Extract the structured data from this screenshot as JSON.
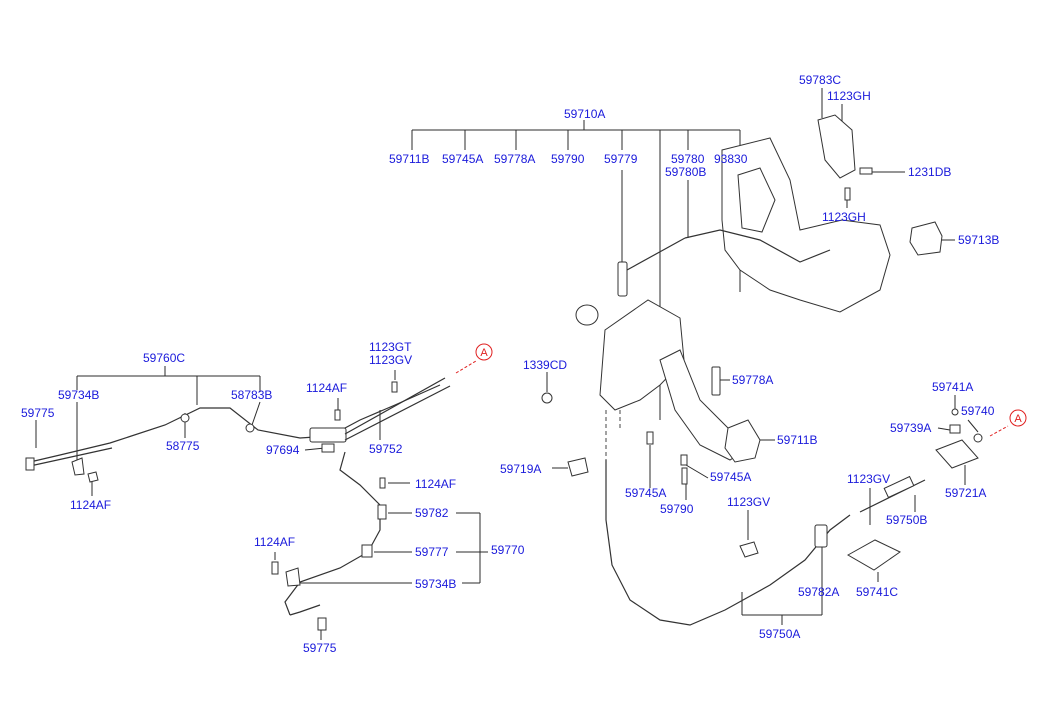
{
  "labels": {
    "59710A": "59710A",
    "59711B_top": "59711B",
    "59745A_top": "59745A",
    "59778A_top": "59778A",
    "59790_top": "59790",
    "59779": "59779",
    "59780": "59780",
    "59780B": "59780B",
    "93830": "93830",
    "59783C": "59783C",
    "1123GH_top": "1123GH",
    "1231DB": "1231DB",
    "1123GH_mid": "1123GH",
    "59713B": "59713B",
    "59760C": "59760C",
    "1123GT": "1123GT",
    "1123GV_left": "1123GV",
    "1124AF_a": "1124AF",
    "59734B_left": "59734B",
    "58783B": "58783B",
    "59775_left": "59775",
    "58775": "58775",
    "97694": "97694",
    "59752": "59752",
    "1124AF_b": "1124AF",
    "1124AF_c": "1124AF",
    "1339CD": "1339CD",
    "59778A_mid": "59778A",
    "59711B_mid": "59711B",
    "59719A": "59719A",
    "59745A_mid1": "59745A",
    "59745A_mid2": "59745A",
    "59790_mid": "59790",
    "1124AF_d": "1124AF",
    "59782": "59782",
    "59770": "59770",
    "59777": "59777",
    "59734B_bottom": "59734B",
    "59775_bottom": "59775",
    "1123GV_center": "1123GV",
    "59741A": "59741A",
    "59740": "59740",
    "59739A": "59739A",
    "59721A": "59721A",
    "1123GV_right": "1123GV",
    "59750B": "59750B",
    "59782A": "59782A",
    "59741C": "59741C",
    "59750A": "59750A"
  },
  "reference_marker": {
    "letter": "A",
    "color": "#e02020"
  },
  "colors": {
    "label": "#1a1adb",
    "line": "#2b2b2b"
  }
}
